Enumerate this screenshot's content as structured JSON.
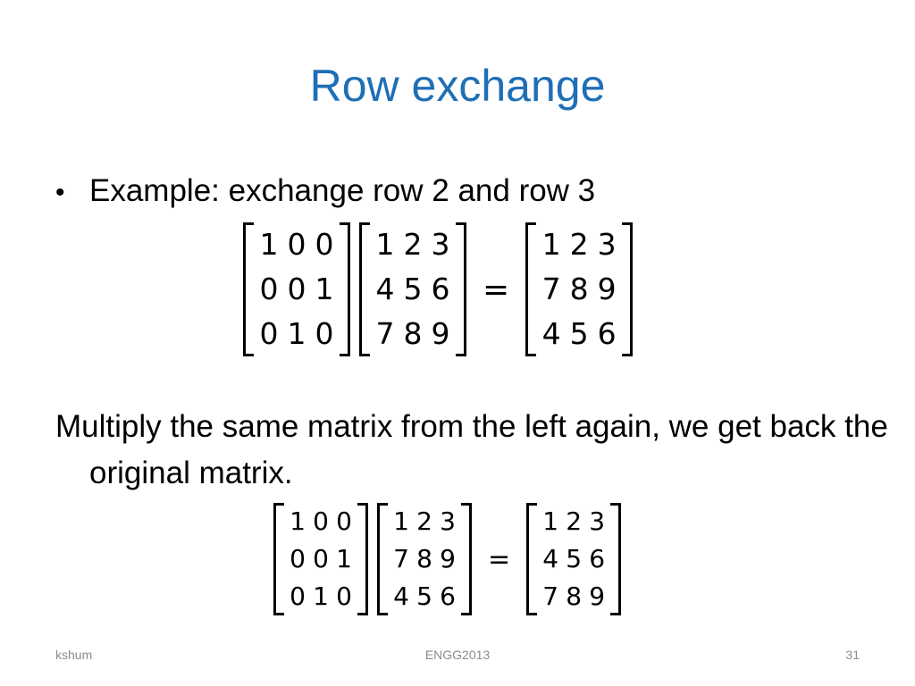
{
  "slide": {
    "title": "Row exchange",
    "bullet": {
      "marker": "•",
      "text": "Example: exchange row 2 and row 3"
    },
    "paragraph": "Multiply the same matrix from the left again, we get back the original matrix.",
    "equation1": {
      "left": [
        [
          "1",
          "0",
          "0"
        ],
        [
          "0",
          "0",
          "1"
        ],
        [
          "0",
          "1",
          "0"
        ]
      ],
      "middle": [
        [
          "1",
          "2",
          "3"
        ],
        [
          "4",
          "5",
          "6"
        ],
        [
          "7",
          "8",
          "9"
        ]
      ],
      "equals": "=",
      "result": [
        [
          "1",
          "2",
          "3"
        ],
        [
          "7",
          "8",
          "9"
        ],
        [
          "4",
          "5",
          "6"
        ]
      ]
    },
    "equation2": {
      "left": [
        [
          "1",
          "0",
          "0"
        ],
        [
          "0",
          "0",
          "1"
        ],
        [
          "0",
          "1",
          "0"
        ]
      ],
      "middle": [
        [
          "1",
          "2",
          "3"
        ],
        [
          "7",
          "8",
          "9"
        ],
        [
          "4",
          "5",
          "6"
        ]
      ],
      "equals": "=",
      "result": [
        [
          "1",
          "2",
          "3"
        ],
        [
          "4",
          "5",
          "6"
        ],
        [
          "7",
          "8",
          "9"
        ]
      ]
    }
  },
  "footer": {
    "author": "kshum",
    "course": "ENGG2013",
    "page_number": "31"
  },
  "colors": {
    "title": "#1f6fb5",
    "footer_text": "#8c8c8c"
  }
}
